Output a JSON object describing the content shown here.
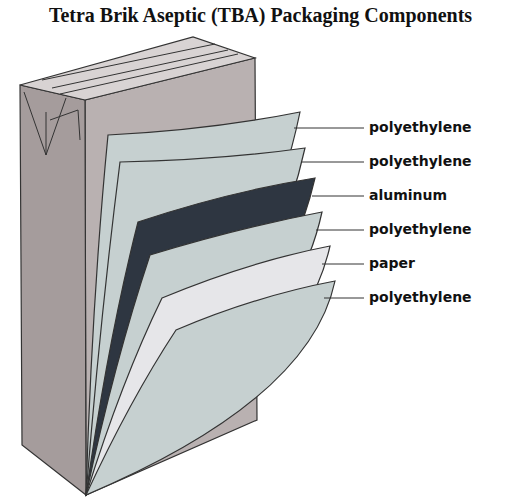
{
  "diagram": {
    "title": "Tetra Brik Aseptic (TBA) Packaging Components",
    "labels": [
      "polyethylene",
      "polyethylene",
      "aluminum",
      "polyethylene",
      "paper",
      "polyethylene"
    ]
  }
}
